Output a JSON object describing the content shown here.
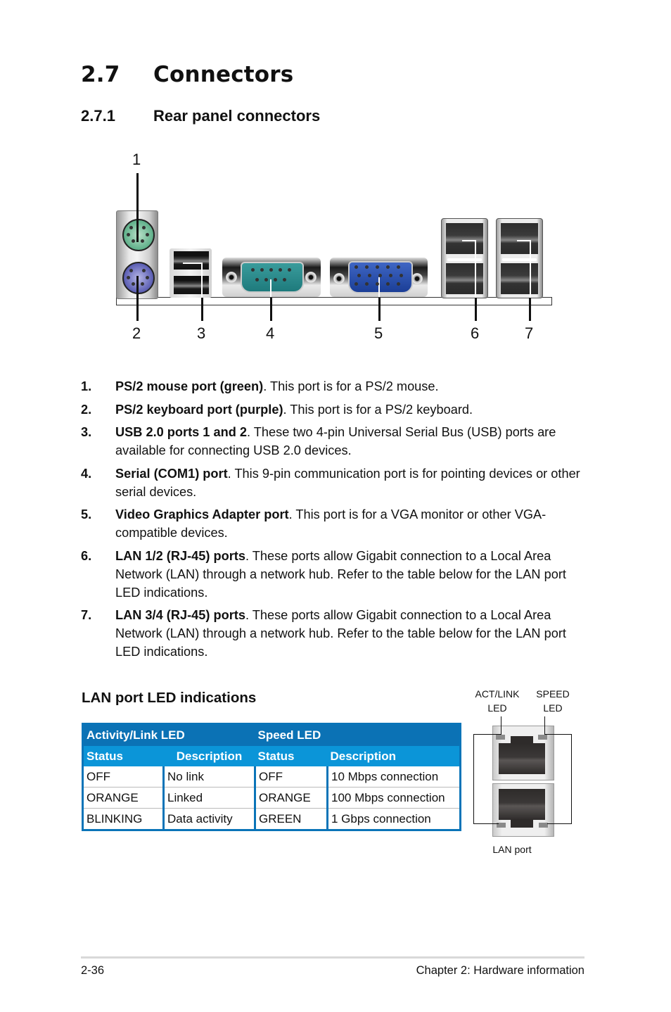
{
  "section": {
    "number": "2.7",
    "title": "Connectors"
  },
  "subsection": {
    "number": "2.7.1",
    "title": "Rear panel connectors"
  },
  "diagram": {
    "callouts": [
      "1",
      "2",
      "3",
      "4",
      "5",
      "6",
      "7"
    ],
    "colors": {
      "ps2_mouse": "#5fb08a",
      "ps2_keyboard": "#5a5db2",
      "com_port": "#1e7a7c",
      "vga_port": "#1b3e96"
    }
  },
  "items": [
    {
      "n": "1.",
      "bold": "PS/2 mouse port (green)",
      "text": ". This port is for a PS/2 mouse."
    },
    {
      "n": "2.",
      "bold": "PS/2 keyboard port (purple)",
      "text": ". This port is for a PS/2 keyboard."
    },
    {
      "n": "3.",
      "bold": "USB 2.0 ports 1 and 2",
      "text": ". These two 4-pin Universal Serial Bus (USB) ports are available for connecting USB 2.0 devices."
    },
    {
      "n": "4.",
      "bold": "Serial (COM1) port",
      "text": ". This 9-pin communication port is for pointing devices or other serial devices."
    },
    {
      "n": "5.",
      "bold": "Video Graphics Adapter port",
      "text": ". This port is for a VGA monitor or other VGA-compatible devices."
    },
    {
      "n": "6.",
      "bold": "LAN 1/2 (RJ-45) ports",
      "text": ". These ports allow Gigabit connection to a Local Area Network (LAN) through a network hub. Refer to the table below for the LAN port LED indications."
    },
    {
      "n": "7.",
      "bold": "LAN 3/4 (RJ-45) ports",
      "text": ". These ports allow Gigabit connection to a Local Area Network (LAN) through a network hub. Refer to the table below for the LAN port LED indications."
    }
  ],
  "led_table": {
    "title": "LAN port LED indications",
    "group_headers": [
      "Activity/Link LED",
      "Speed LED"
    ],
    "columns": [
      "Status",
      "Description",
      "Status",
      "Description"
    ],
    "rows": [
      [
        "OFF",
        "No link",
        "OFF",
        "10 Mbps connection"
      ],
      [
        "ORANGE",
        "Linked",
        "ORANGE",
        "100 Mbps connection"
      ],
      [
        "BLINKING",
        "Data activity",
        "GREEN",
        "1 Gbps connection"
      ]
    ],
    "colors": {
      "header_dark": "#0b72b5",
      "header_light": "#0b95d8"
    }
  },
  "lan_figure": {
    "act_link_label": [
      "ACT/LINK",
      "LED"
    ],
    "speed_label": [
      "SPEED",
      "LED"
    ],
    "caption": "LAN port"
  },
  "footer": {
    "page": "2-36",
    "chapter": "Chapter 2: Hardware information"
  }
}
